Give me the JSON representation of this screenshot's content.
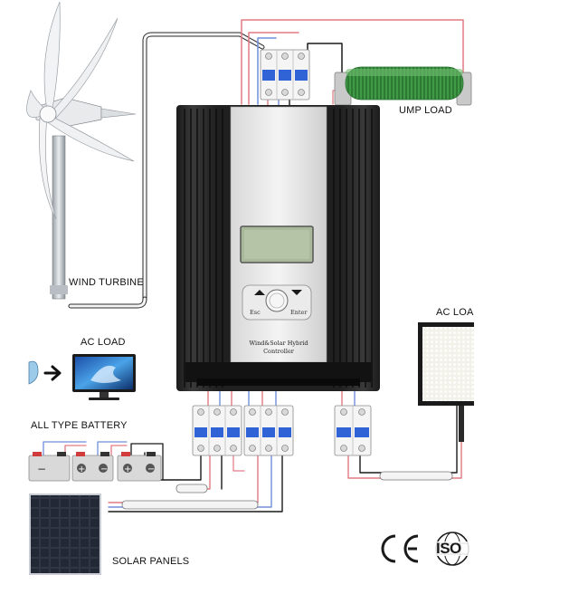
{
  "labels": {
    "wind_turbine": "WIND TURBINE",
    "dump_load": "UMP LOAD",
    "ac_load_left": "AC LOAD",
    "ac_load_right": "AC LOA",
    "battery": "ALL TYPE BATTERY",
    "solar_panels": "SOLAR PANELS"
  },
  "controller": {
    "title_line1": "Wind&Solar Hybrid",
    "title_line2": "Controller",
    "key_esc": "Esc",
    "key_enter": "Enter"
  },
  "certifications": {
    "ce": "CE",
    "iso": "ISO"
  },
  "colors": {
    "wire_red": "#e07a82",
    "wire_blue": "#6f8fd8",
    "wire_black": "#1a1a1a",
    "breaker_blue": "#2f63d6",
    "controller_body": "#2a2a2a",
    "lcd_green": "#a8b89a",
    "resistor_green": "#3f9a45"
  }
}
